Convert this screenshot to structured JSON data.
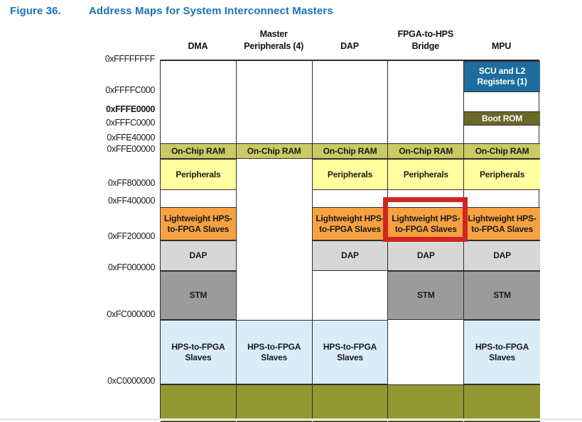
{
  "figure": {
    "number": "Figure 36.",
    "title": "Address Maps for System Interconnect Masters"
  },
  "address_labels": [
    {
      "text": "0xFFFFFFFF",
      "bold": false
    },
    {
      "text": "0xFFFFC000",
      "bold": false
    },
    {
      "text": "0xFFFE0000",
      "bold": true
    },
    {
      "text": "0xFFFC0000",
      "bold": false
    },
    {
      "text": "0xFFE40000",
      "bold": false
    },
    {
      "text": "0xFFE00000",
      "bold": false
    },
    {
      "text": "0xFF800000",
      "bold": false
    },
    {
      "text": "0xFF400000",
      "bold": false
    },
    {
      "text": "0xFF200000",
      "bold": false
    },
    {
      "text": "0xFF000000",
      "bold": false
    },
    {
      "text": "0xFC000000",
      "bold": false
    },
    {
      "text": "0xC0000000",
      "bold": false
    }
  ],
  "colors": {
    "scu_l2": "#1e6d9d",
    "boot_rom": "#69682a",
    "onchip_ram": "#c9ca63",
    "peripherals": "#ffff9e",
    "lightweight": "#f6a243",
    "dap": "#d7d7d7",
    "stm": "#9b9b9b",
    "hps_fpga": "#daecf7",
    "sdram_region": "#939731",
    "highlight": "#d1261f",
    "title_blue": "#1a72b8",
    "border": "#2e2e2e"
  },
  "columns": [
    {
      "id": "dma",
      "header": "DMA",
      "segments": [
        {
          "label": "On-Chip RAM",
          "style": "onchip_ram",
          "from": "0xFFE40000",
          "to": "0xFFE00000"
        },
        {
          "label": "Peripherals",
          "style": "peripherals",
          "from": "0xFFE00000",
          "to": "0xFF800000"
        },
        {
          "label": "Lightweight HPS-\nto-FPGA Slaves",
          "style": "lightweight",
          "from": "0xFF400000",
          "to": "0xFF200000"
        },
        {
          "label": "DAP",
          "style": "dap",
          "from": "0xFF200000",
          "to": "0xFF000000"
        },
        {
          "label": "STM",
          "style": "stm",
          "from": "0xFF000000",
          "to": "0xFC000000"
        },
        {
          "label": "HPS-to-FPGA\nSlaves",
          "style": "hps_fpga",
          "from": "0xFC000000",
          "to": "0xC0000000"
        },
        {
          "label": "",
          "style": "sdram_region",
          "from": "0xC0000000",
          "to": "bottom"
        }
      ]
    },
    {
      "id": "master-peripherals",
      "header": "Master\nPeripherals (4)",
      "segments": [
        {
          "label": "On-Chip RAM",
          "style": "onchip_ram",
          "from": "0xFFE40000",
          "to": "0xFFE00000"
        },
        {
          "label": "HPS-to-FPGA\nSlaves",
          "style": "hps_fpga",
          "from": "0xFC000000",
          "to": "0xC0000000"
        },
        {
          "label": "",
          "style": "sdram_region",
          "from": "0xC0000000",
          "to": "bottom"
        }
      ]
    },
    {
      "id": "dap",
      "header": "DAP",
      "segments": [
        {
          "label": "On-Chip RAM",
          "style": "onchip_ram",
          "from": "0xFFE40000",
          "to": "0xFFE00000"
        },
        {
          "label": "Peripherals",
          "style": "peripherals",
          "from": "0xFFE00000",
          "to": "0xFF800000"
        },
        {
          "label": "Lightweight HPS-\nto-FPGA Slaves",
          "style": "lightweight",
          "from": "0xFF400000",
          "to": "0xFF200000"
        },
        {
          "label": "DAP",
          "style": "dap",
          "from": "0xFF200000",
          "to": "0xFF000000"
        },
        {
          "label": "HPS-to-FPGA\nSlaves",
          "style": "hps_fpga",
          "from": "0xFC000000",
          "to": "0xC0000000"
        },
        {
          "label": "",
          "style": "sdram_region",
          "from": "0xC0000000",
          "to": "bottom"
        }
      ]
    },
    {
      "id": "fpga-to-hps-bridge",
      "header": "FPGA-to-HPS\nBridge",
      "segments": [
        {
          "label": "On-Chip RAM",
          "style": "onchip_ram",
          "from": "0xFFE40000",
          "to": "0xFFE00000"
        },
        {
          "label": "Peripherals",
          "style": "peripherals",
          "from": "0xFFE00000",
          "to": "0xFF800000"
        },
        {
          "label": "Lightweight HPS-\nto-FPGA Slaves",
          "style": "lightweight",
          "from": "0xFF400000",
          "to": "0xFF200000",
          "highlighted": true
        },
        {
          "label": "DAP",
          "style": "dap",
          "from": "0xFF200000",
          "to": "0xFF000000"
        },
        {
          "label": "STM",
          "style": "stm",
          "from": "0xFF000000",
          "to": "0xFC000000"
        },
        {
          "label": "",
          "style": "sdram_region",
          "from": "0xC0000000",
          "to": "bottom"
        }
      ]
    },
    {
      "id": "mpu",
      "header": "MPU",
      "segments": [
        {
          "label": "SCU and L2\nRegisters (1)",
          "style": "scu_l2",
          "from": "0xFFFFFFFF",
          "to": "0xFFFFC000",
          "light_text": true
        },
        {
          "label": "Boot ROM",
          "style": "boot_rom",
          "from": "0xFFFE0000",
          "to": "0xFFFC0000",
          "light_text": true
        },
        {
          "label": "On-Chip RAM",
          "style": "onchip_ram",
          "from": "0xFFE40000",
          "to": "0xFFE00000"
        },
        {
          "label": "Peripherals",
          "style": "peripherals",
          "from": "0xFFE00000",
          "to": "0xFF800000"
        },
        {
          "label": "Lightweight HPS-\nto-FPGA Slaves",
          "style": "lightweight",
          "from": "0xFF400000",
          "to": "0xFF200000"
        },
        {
          "label": "DAP",
          "style": "dap",
          "from": "0xFF200000",
          "to": "0xFF000000"
        },
        {
          "label": "STM",
          "style": "stm",
          "from": "0xFF000000",
          "to": "0xFC000000"
        },
        {
          "label": "HPS-to-FPGA\nSlaves",
          "style": "hps_fpga",
          "from": "0xFC000000",
          "to": "0xC0000000"
        },
        {
          "label": "",
          "style": "sdram_region",
          "from": "0xC0000000",
          "to": "bottom"
        }
      ]
    }
  ],
  "highlight": {
    "column": "fpga-to-hps-bridge",
    "cell": "Lightweight HPS-to-FPGA Slaves"
  }
}
